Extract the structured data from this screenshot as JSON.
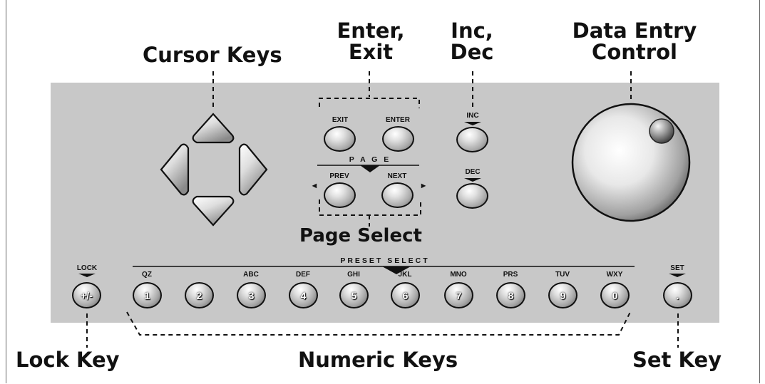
{
  "callouts": {
    "cursor_keys": "Cursor Keys",
    "enter_exit_line1": "Enter,",
    "enter_exit_line2": "Exit",
    "inc_dec_line1": "Inc,",
    "inc_dec_line2": "Dec",
    "data_entry_line1": "Data Entry",
    "data_entry_line2": "Control",
    "page_select": "Page Select",
    "lock_key": "Lock Key",
    "numeric_keys": "Numeric Keys",
    "set_key": "Set Key"
  },
  "panel": {
    "exit_label": "EXIT",
    "enter_label": "ENTER",
    "page_label": "P A G E",
    "prev_label": "PREV",
    "next_label": "NEXT",
    "inc_label": "INC",
    "dec_label": "DEC",
    "preset_select_label": "PRESET SELECT",
    "lock_label": "LOCK",
    "set_label": "SET",
    "left_arrow": "◀",
    "right_arrow": "▶"
  },
  "numeric_keys": [
    {
      "letters": "",
      "key": "+/-"
    },
    {
      "letters": "QZ",
      "key": "1"
    },
    {
      "letters": "",
      "key": "2"
    },
    {
      "letters": "ABC",
      "key": "3"
    },
    {
      "letters": "DEF",
      "key": "4"
    },
    {
      "letters": "GHI",
      "key": "5"
    },
    {
      "letters": "JKL",
      "key": "6"
    },
    {
      "letters": "MNO",
      "key": "7"
    },
    {
      "letters": "PRS",
      "key": "8"
    },
    {
      "letters": "TUV",
      "key": "9"
    },
    {
      "letters": "WXY",
      "key": "0"
    },
    {
      "letters": "",
      "key": "."
    }
  ]
}
